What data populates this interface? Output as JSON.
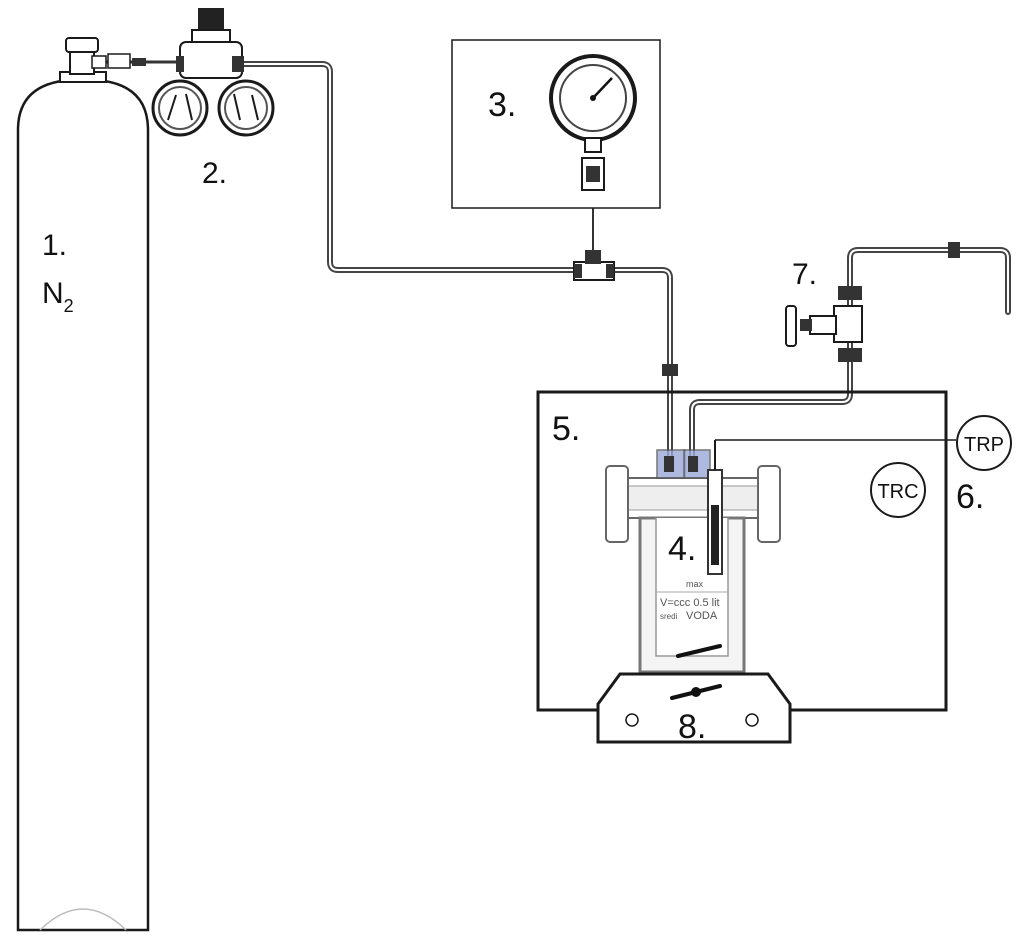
{
  "labels": {
    "cylinder_number": "1.",
    "cylinder_formula_main": "N",
    "cylinder_formula_sub": "2",
    "regulator": "2.",
    "gauge": "3.",
    "reactor": "4.",
    "bath": "5.",
    "controller": "6.",
    "valve": "7.",
    "stirrer": "8."
  },
  "instruments": {
    "trp": "TRP",
    "trc": "TRC"
  },
  "vessel_text": {
    "volume_line": "V=ccc  0.5  lit",
    "medium_prefix": "sredi",
    "medium": "VODA",
    "mark": "max"
  },
  "colors": {
    "line": "#1a1a1a",
    "pipe": "#555555",
    "vessel_fill": "#f0f0f0",
    "blue_fitting": "#9aa8d8"
  }
}
